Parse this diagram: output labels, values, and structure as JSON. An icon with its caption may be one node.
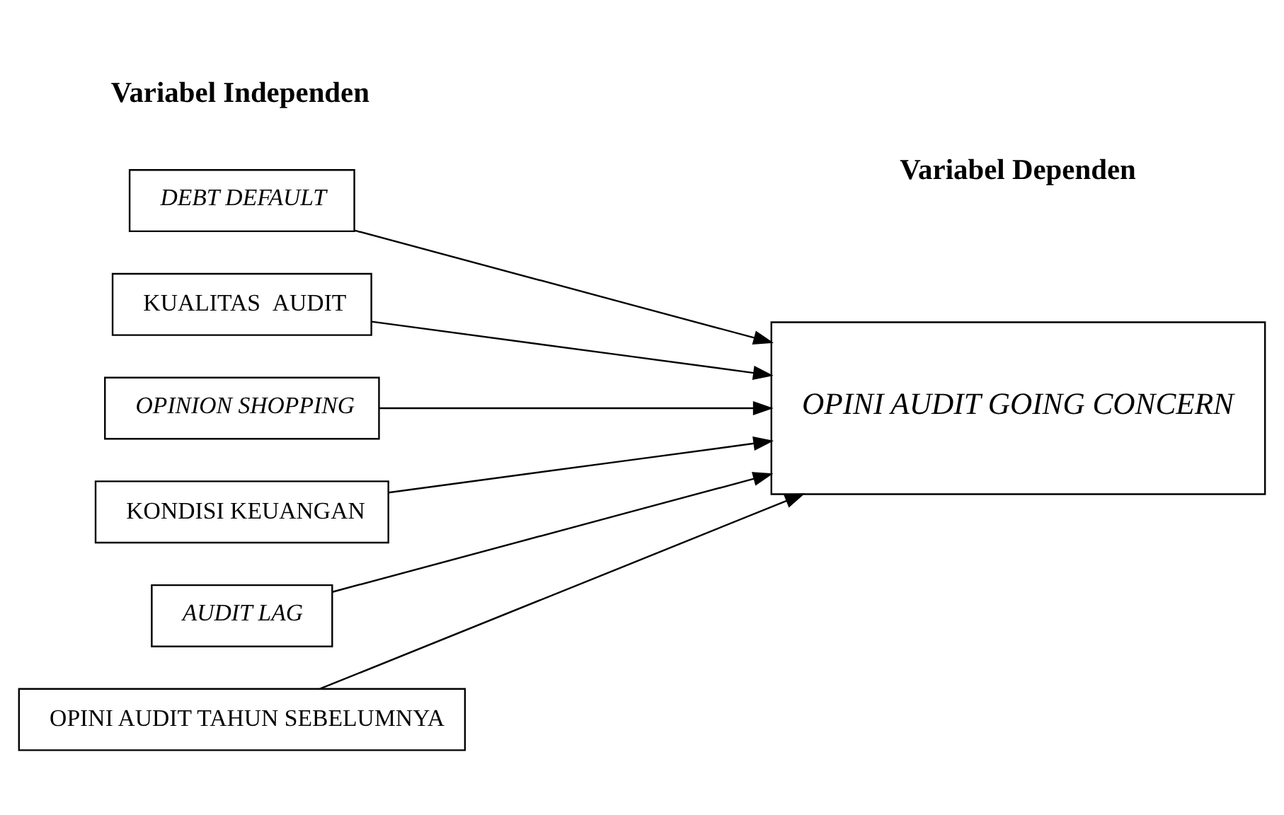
{
  "diagram": {
    "nodes": [
      {
        "text": [
          "DEBT DEFAULT"
        ]
      },
      {
        "text": [
          "KUALITAS  AUDIT"
        ]
      },
      {
        "text": [
          "OPINION SHOPPING"
        ]
      },
      {
        "text": [
          "KONDISI KEUANGAN"
        ]
      },
      {
        "text": [
          "AUDIT LAG"
        ]
      },
      {
        "text": [
          "OPINI AUDIT TAHUN SEBELUMNYA"
        ]
      },
      {
        "text": [
          "OPINI AUDIT GOING CONCERN"
        ]
      }
    ],
    "edges": [
      {
        "from": 0,
        "to": 6,
        "arrow": "to"
      },
      {
        "from": 1,
        "to": 6,
        "arrow": "to"
      },
      {
        "from": 2,
        "to": 6,
        "arrow": "to"
      },
      {
        "from": 3,
        "to": 6,
        "arrow": "to"
      },
      {
        "from": 4,
        "to": 6,
        "arrow": "to"
      },
      {
        "from": 5,
        "to": 6,
        "arrow": "to"
      }
    ],
    "labels": [
      "Variabel Independen",
      "Variabel Dependen"
    ]
  }
}
